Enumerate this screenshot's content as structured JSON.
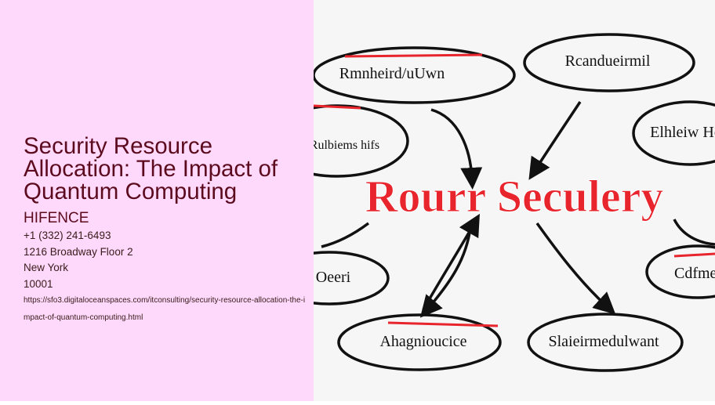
{
  "title": "Security Resource Allocation: The Impact of Quantum Computing",
  "company": "HIFENCE",
  "phone": "+1 (332) 241-6493",
  "address": "1216 Broadway Floor 2",
  "city": "New York",
  "zip": "10001",
  "url": "https://sfo3.digitaloceanspaces.com/itconsulting/security-resource-allocation-the-impact-of-quantum-computing.html",
  "image": {
    "center_text": "Rourr Seculery",
    "nodes": [
      "Rmnheird/uUwn",
      "Rcandueirmil",
      "Elhleiw Hou",
      "Iani Rulbiems hifs",
      "Oeeri",
      "Ahagnioucice",
      "Slaieirmedulwant",
      "Cdfmei"
    ],
    "accent_color": "#e8252d"
  }
}
